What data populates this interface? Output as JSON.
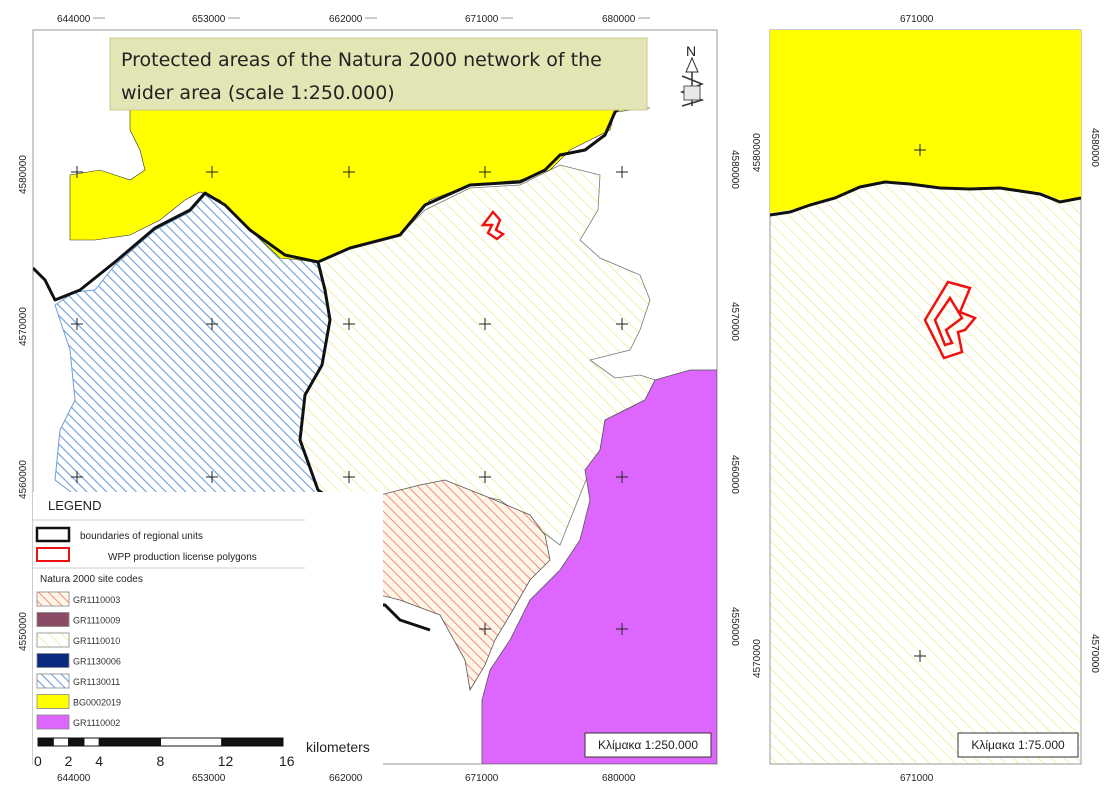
{
  "map": {
    "title_line1": "Protected areas of the Natura 2000 network of the",
    "title_line2": "wider area (scale 1:250.000)",
    "north_label": "N",
    "main_x_ticks": [
      "644000",
      "653000",
      "662000",
      "671000",
      "680000"
    ],
    "main_y_ticks": [
      "4580000",
      "4570000",
      "4560000",
      "4550000"
    ],
    "main_scale_box": "Κλίμακα 1:250.000",
    "inset_x_tick": "671000",
    "inset_y_ticks": [
      "4580000",
      "4570000"
    ],
    "inset_scale_box": "Κλίμακα 1:75.000"
  },
  "legend": {
    "title": "LEGEND",
    "boundary_label": "boundaries of regional units",
    "wpp_label": "WPP production license polygons",
    "natura_title": "Natura 2000 site codes",
    "sites": [
      {
        "code": "GR1110003",
        "fill": "hatch-red"
      },
      {
        "code": "GR1110009",
        "fill": "#8b4a66"
      },
      {
        "code": "GR1110010",
        "fill": "hatch-yellow"
      },
      {
        "code": "GR1130006",
        "fill": "#0a2a80"
      },
      {
        "code": "GR1130011",
        "fill": "hatch-blue"
      },
      {
        "code": "BG0002019",
        "fill": "#ffff00"
      },
      {
        "code": "GR1110002",
        "fill": "#dd66ff"
      }
    ]
  },
  "scale_bar": {
    "labels": [
      "0",
      "2",
      "4",
      "8",
      "12",
      "16"
    ],
    "unit": "kilometers"
  },
  "colors": {
    "yellow": "#ffff00",
    "magenta": "#dd66ff",
    "blue_hatch": "#6d9ed6",
    "yellow_hatch": "#ecec96",
    "red_hatch": "#f08080",
    "boundary": "#111111",
    "wpp": "#ee1111"
  }
}
